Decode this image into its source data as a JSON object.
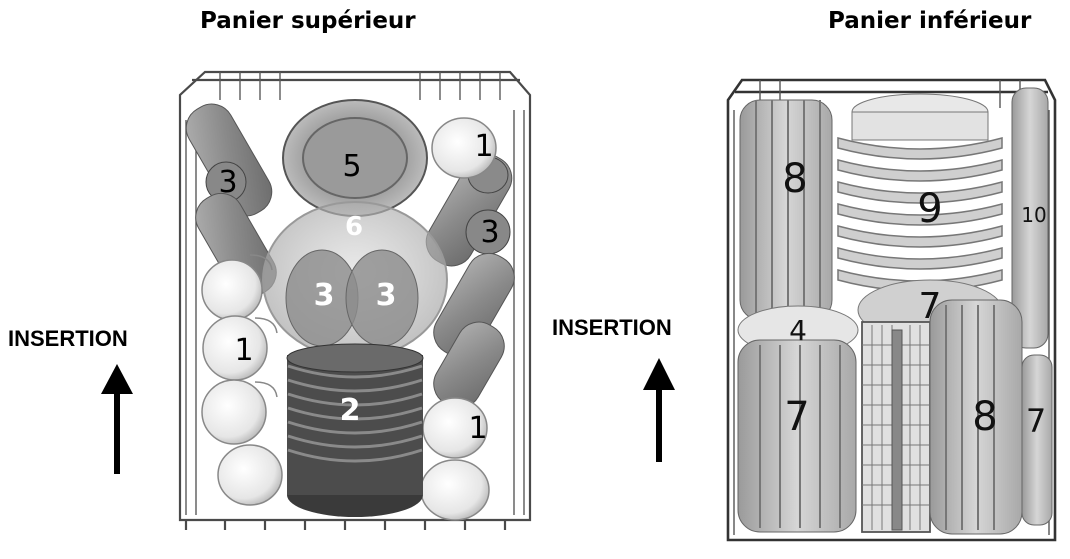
{
  "titles": {
    "upper": "Panier supérieur",
    "lower": "Panier inférieur"
  },
  "insertion": {
    "left": "INSERTION",
    "right": "INSERTION"
  },
  "upper_labels": [
    "5",
    "6",
    "3",
    "3",
    "3",
    "3",
    "1",
    "1",
    "1",
    "2"
  ],
  "lower_labels": [
    "8",
    "9",
    "10",
    "7",
    "4",
    "7",
    "8",
    "7"
  ],
  "colors": {
    "wire": "#4a4a4a",
    "dish": "#c8c8c8",
    "dark": "#6e6e6e",
    "white": "#f4f4f4"
  }
}
